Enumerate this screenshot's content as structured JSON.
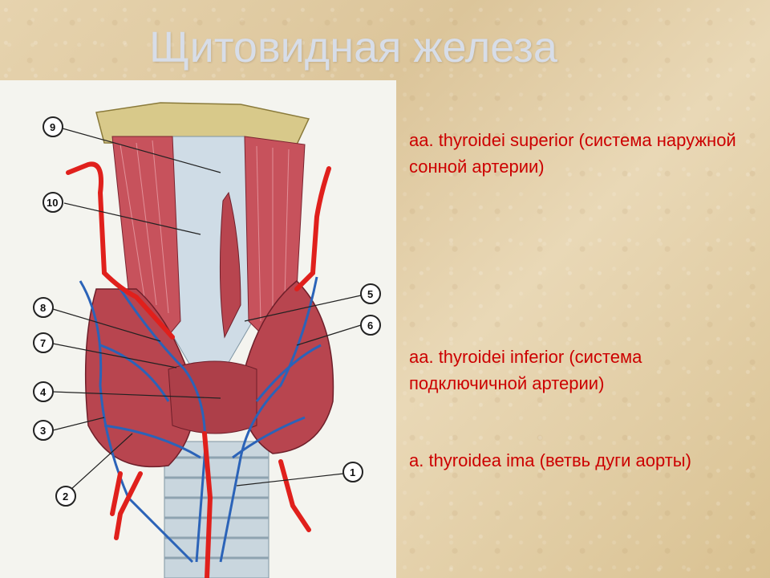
{
  "slide": {
    "title": "Щитовидная железа",
    "annotations": [
      "aa. thyroidei superior (система наружной сонной артерии)",
      "aa. thyroidei inferior (система подключичной артерии)",
      "a. thyroidea ima (ветвь дуги аорты)"
    ]
  },
  "figure": {
    "callouts": [
      "9",
      "10",
      "8",
      "7",
      "4",
      "3",
      "2",
      "5",
      "6",
      "1"
    ]
  },
  "colors": {
    "annotation_text": "#cc0000",
    "title_text": "#d7dde8",
    "artery": "#e0201c",
    "vein": "#2b63b8",
    "gland": "#b8454f",
    "muscle": "#c7525c"
  }
}
